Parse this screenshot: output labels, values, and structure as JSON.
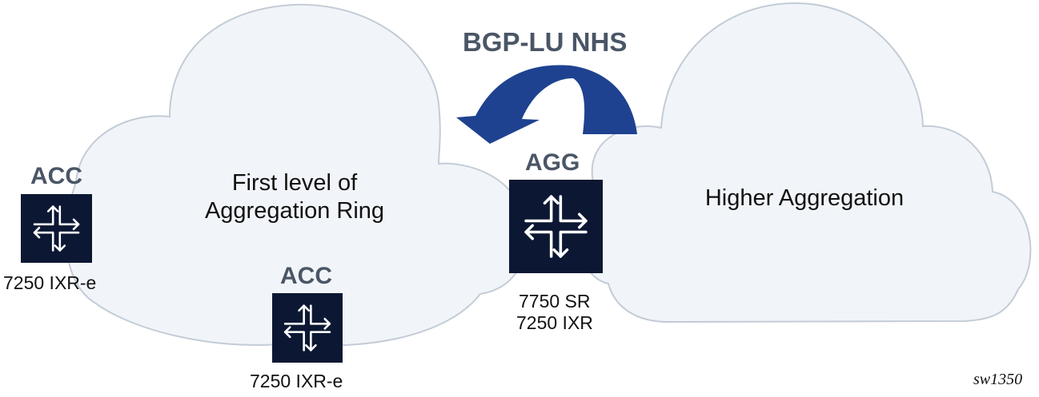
{
  "title": "BGP-LU NHS",
  "clouds": {
    "left_label_line1": "First level of",
    "left_label_line2": "Aggregation Ring",
    "right_label": "Higher Aggregation"
  },
  "nodes": {
    "acc1": {
      "role": "ACC",
      "model": "7250 IXR-e"
    },
    "acc2": {
      "role": "ACC",
      "model": "7250 IXR-e"
    },
    "agg": {
      "role": "AGG",
      "model_line1": "7750 SR",
      "model_line2": "7250 IXR"
    }
  },
  "figure_id": "sw1350",
  "colors": {
    "cloud_fill": "#f1f5f9",
    "cloud_stroke": "#c3ccd6",
    "node_fill": "#0c1833",
    "arrow_fill": "#1f4290",
    "label_gray": "#4a5666"
  },
  "icons": {
    "router": "router-arrows-icon",
    "curved_arrow": "curved-arrow-icon"
  }
}
